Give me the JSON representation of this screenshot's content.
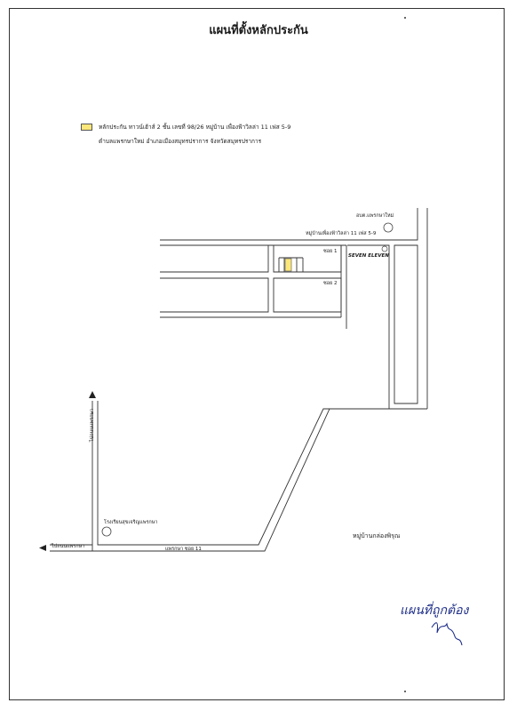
{
  "map": {
    "title": "แผนที่ตั้งหลักประกัน",
    "legend": {
      "swatch_color": "#fce77a",
      "line1": "หลักประกัน  ทาวน์เฮ้าส์ 2 ชั้น  เลขที่  98/26  หมู่บ้าน เพื่องฟ้าวิลล่า 11 เฟส 5-9",
      "line2": "ตำบลแพรกษาใหม่  อำเภอเมืองสมุทรปราการ  จังหวัดสมุทรปราการ"
    },
    "labels": {
      "obt": "อบต.แพรกษาใหม่",
      "village": "หมู่บ้านเพื่องฟ้าวิลล่า 11 เฟส 5-9",
      "seven": "SEVEN ELEVEN",
      "soi1": "ซอย 1",
      "soi2": "ซอย 2",
      "to_rd_north": "ไปถนนแพรกษา",
      "school": "โรงเรียนสุขเจริญแพรกษา",
      "to_rd_west": "ไปถนนแพรกษา",
      "soi11": "แพรกษา ซอย 11",
      "klong": "หมู่บ้านกล่องพิรุณ"
    },
    "signature_text": "แผนที่ถูกต้อง"
  }
}
